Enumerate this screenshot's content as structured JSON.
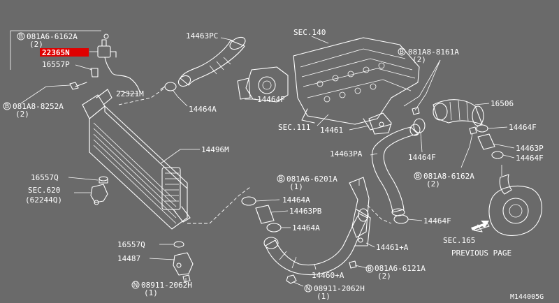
{
  "diagram_code": "M144005G",
  "highlight_color": "#e00000",
  "background_color": "#6a6a6a",
  "labels": {
    "b_081a6_6162a_top": "081A6-6162A",
    "qty_2_top": "(2)",
    "p22365n": "22365N",
    "p16557p": "16557P",
    "b_081a8_8252a": "081A8-8252A",
    "qty_2_left": "(2)",
    "p22321m": "22321M",
    "p14463pc": "14463PC",
    "p14464a_top": "14464A",
    "sec140": "SEC.140",
    "b_081a8_8161a": "081A8-8161A",
    "qty_2_right_top": "(2)",
    "p14464f_mid": "14464F",
    "p16506": "16506",
    "p14464f_r1": "14464F",
    "p14463p": "14463P",
    "p14464f_r2": "14464F",
    "sec111": "SEC.111",
    "p14461": "14461",
    "p14464f_c": "14464F",
    "p14463pa": "14463PA",
    "p14496m": "14496M",
    "b_081a8_6162a_r": "081A8-6162A",
    "qty_2_r2": "(2)",
    "p16557q": "16557Q",
    "sec620": "SEC.620",
    "sec620_ref": "(62244Q)",
    "b_081a6_6201a": "081A6-6201A",
    "qty_1_mid": "(1)",
    "p14464a_mid": "14464A",
    "p14463pb": "14463PB",
    "p14464a_low": "14464A",
    "p14464f_low": "14464F",
    "sec165": "SEC.165",
    "previous_page": "PREVIOUS PAGE",
    "p16557q_low": "16557Q",
    "p14461a": "14461+A",
    "p14487": "14487",
    "p14460a": "14460+A",
    "b_081a6_6121a": "081A6-6121A",
    "qty_2_bot": "(2)",
    "n_08911_2062h_left": "08911-2062H",
    "qty_1_left": "(1)",
    "n_08911_2062h_mid": "08911-2062H",
    "qty_1_midbot": "(1)",
    "circle_b": "B",
    "circle_n": "N"
  }
}
